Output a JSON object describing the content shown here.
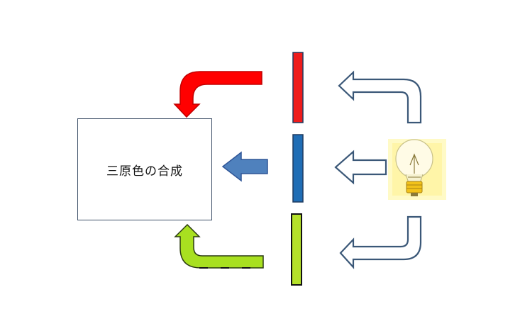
{
  "diagram": {
    "synthesis_box": {
      "label": "三原色の合成"
    },
    "filters": [
      {
        "name": "red-filter",
        "color": "#ee1c1c"
      },
      {
        "name": "blue-filter",
        "color": "#1f6db5"
      },
      {
        "name": "green-filter",
        "color": "#b5e12a"
      }
    ],
    "colors": {
      "red_arrow": "#ff0000",
      "blue_arrow": "#4f81bd",
      "green_arrow": "#a8e020",
      "outline_arrow_stroke": "#3b5878",
      "bulb_glow": "#fff6a6",
      "bulb_base": "#f2c21a"
    },
    "icons": {
      "light_source": "light-bulb-icon"
    }
  }
}
